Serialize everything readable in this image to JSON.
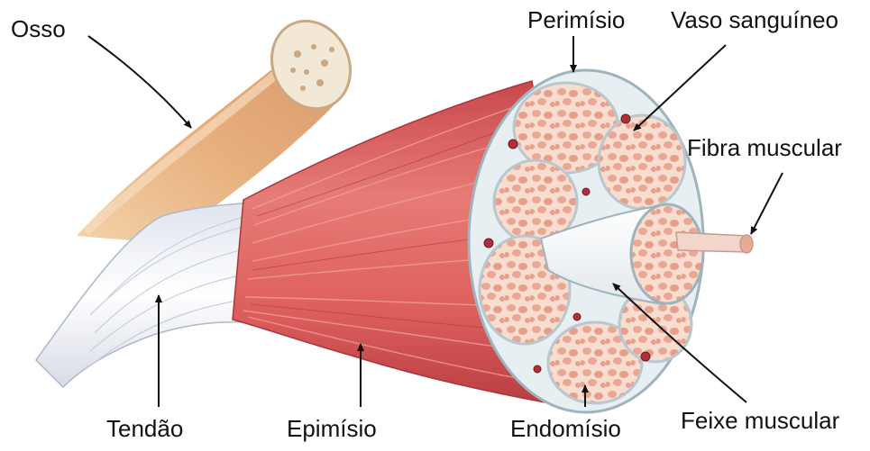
{
  "labels": {
    "osso": "Osso",
    "perimisio": "Perimísio",
    "vaso_sanguineo": "Vaso sanguíneo",
    "fibra_muscular": "Fibra muscular",
    "tendao": "Tendão",
    "epimisio": "Epimísio",
    "endomisio": "Endomísio",
    "feixe_muscular": "Feixe muscular"
  },
  "colors": {
    "bone": "#e9b98a",
    "muscle": "#d9585a",
    "tendon": "#f4f1f4",
    "fascicle": "#f3d9cc",
    "fiber_dot": "#e9a08e",
    "connective": "#eef4f6",
    "blood_vessel": "#b0303a"
  }
}
